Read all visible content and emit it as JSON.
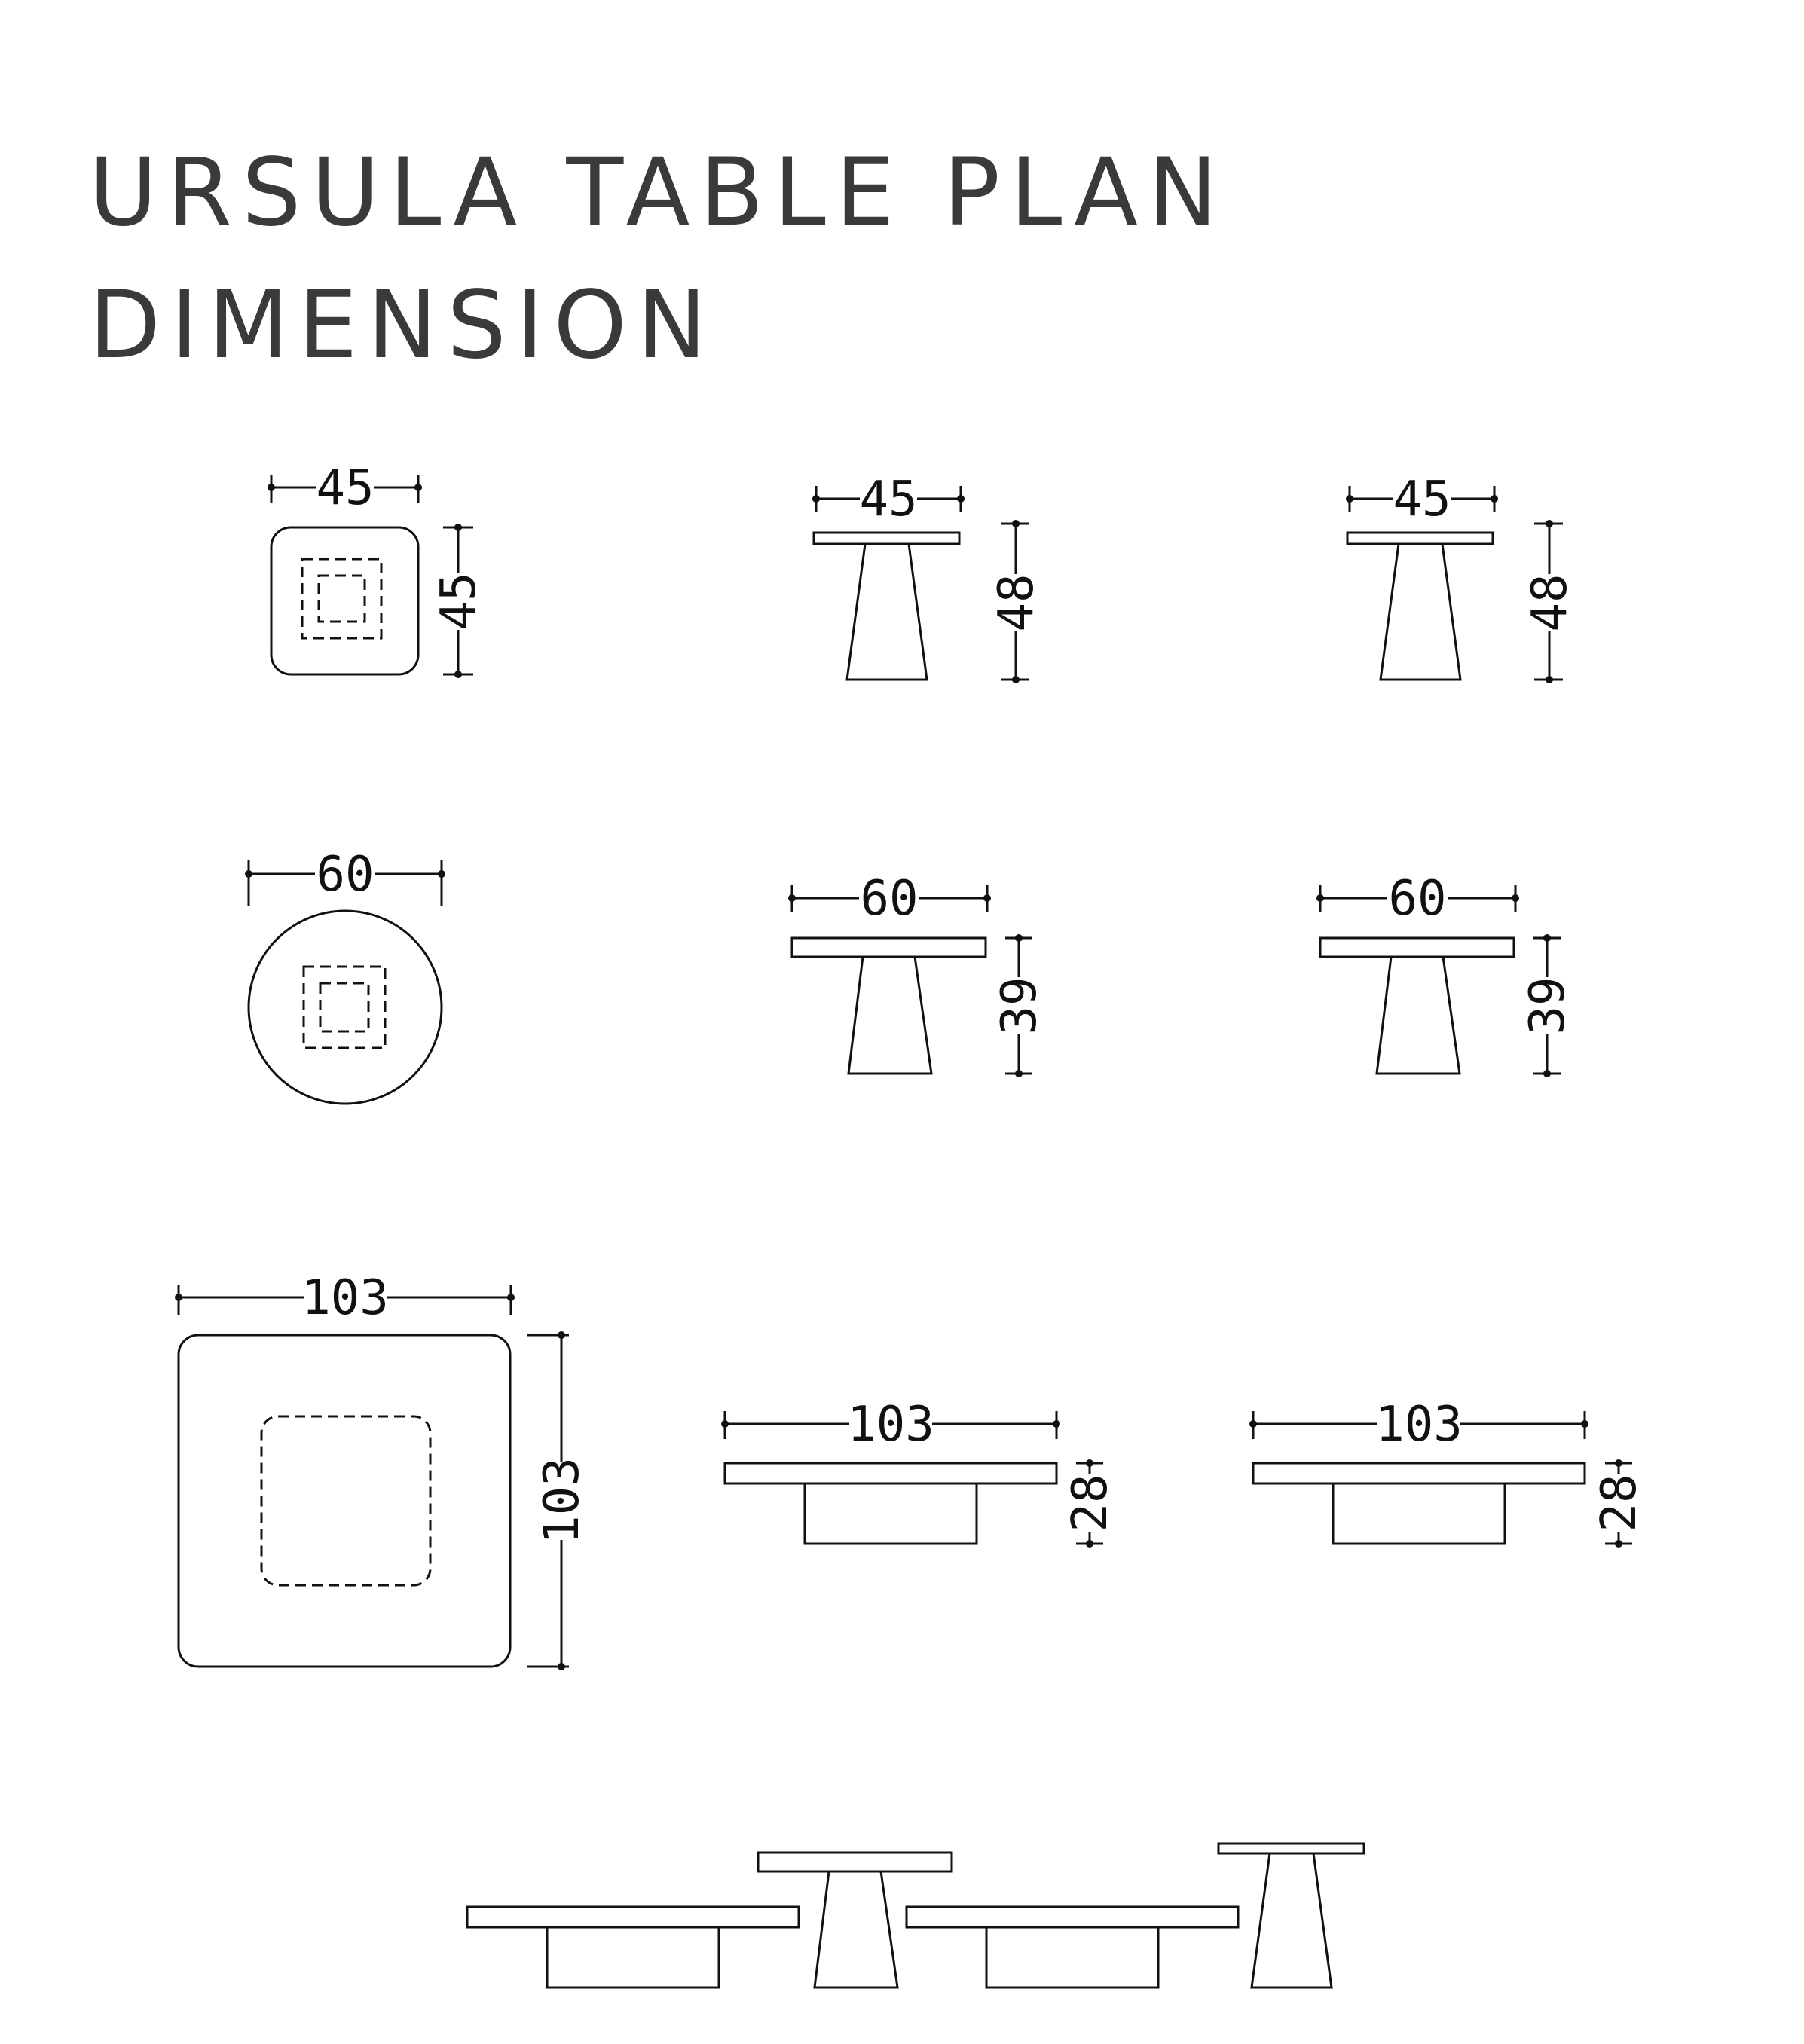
{
  "title": {
    "line1": "URSULA TABLE PLAN",
    "line2": "DIMENSION"
  },
  "colors": {
    "title": "#3a3a3a",
    "line": "#111111",
    "background": "#ffffff"
  },
  "rows": [
    {
      "plan": {
        "shape": "rounded-square",
        "width": "45",
        "depth": "45"
      },
      "elevations": [
        {
          "width": "45",
          "height": "48"
        },
        {
          "width": "45",
          "height": "48"
        }
      ]
    },
    {
      "plan": {
        "shape": "circle",
        "width": "60"
      },
      "elevations": [
        {
          "width": "60",
          "height": "39"
        },
        {
          "width": "60",
          "height": "39"
        }
      ]
    },
    {
      "plan": {
        "shape": "rounded-square",
        "width": "103",
        "depth": "103"
      },
      "elevations": [
        {
          "width": "103",
          "height": "28"
        },
        {
          "width": "103",
          "height": "28"
        }
      ]
    }
  ]
}
